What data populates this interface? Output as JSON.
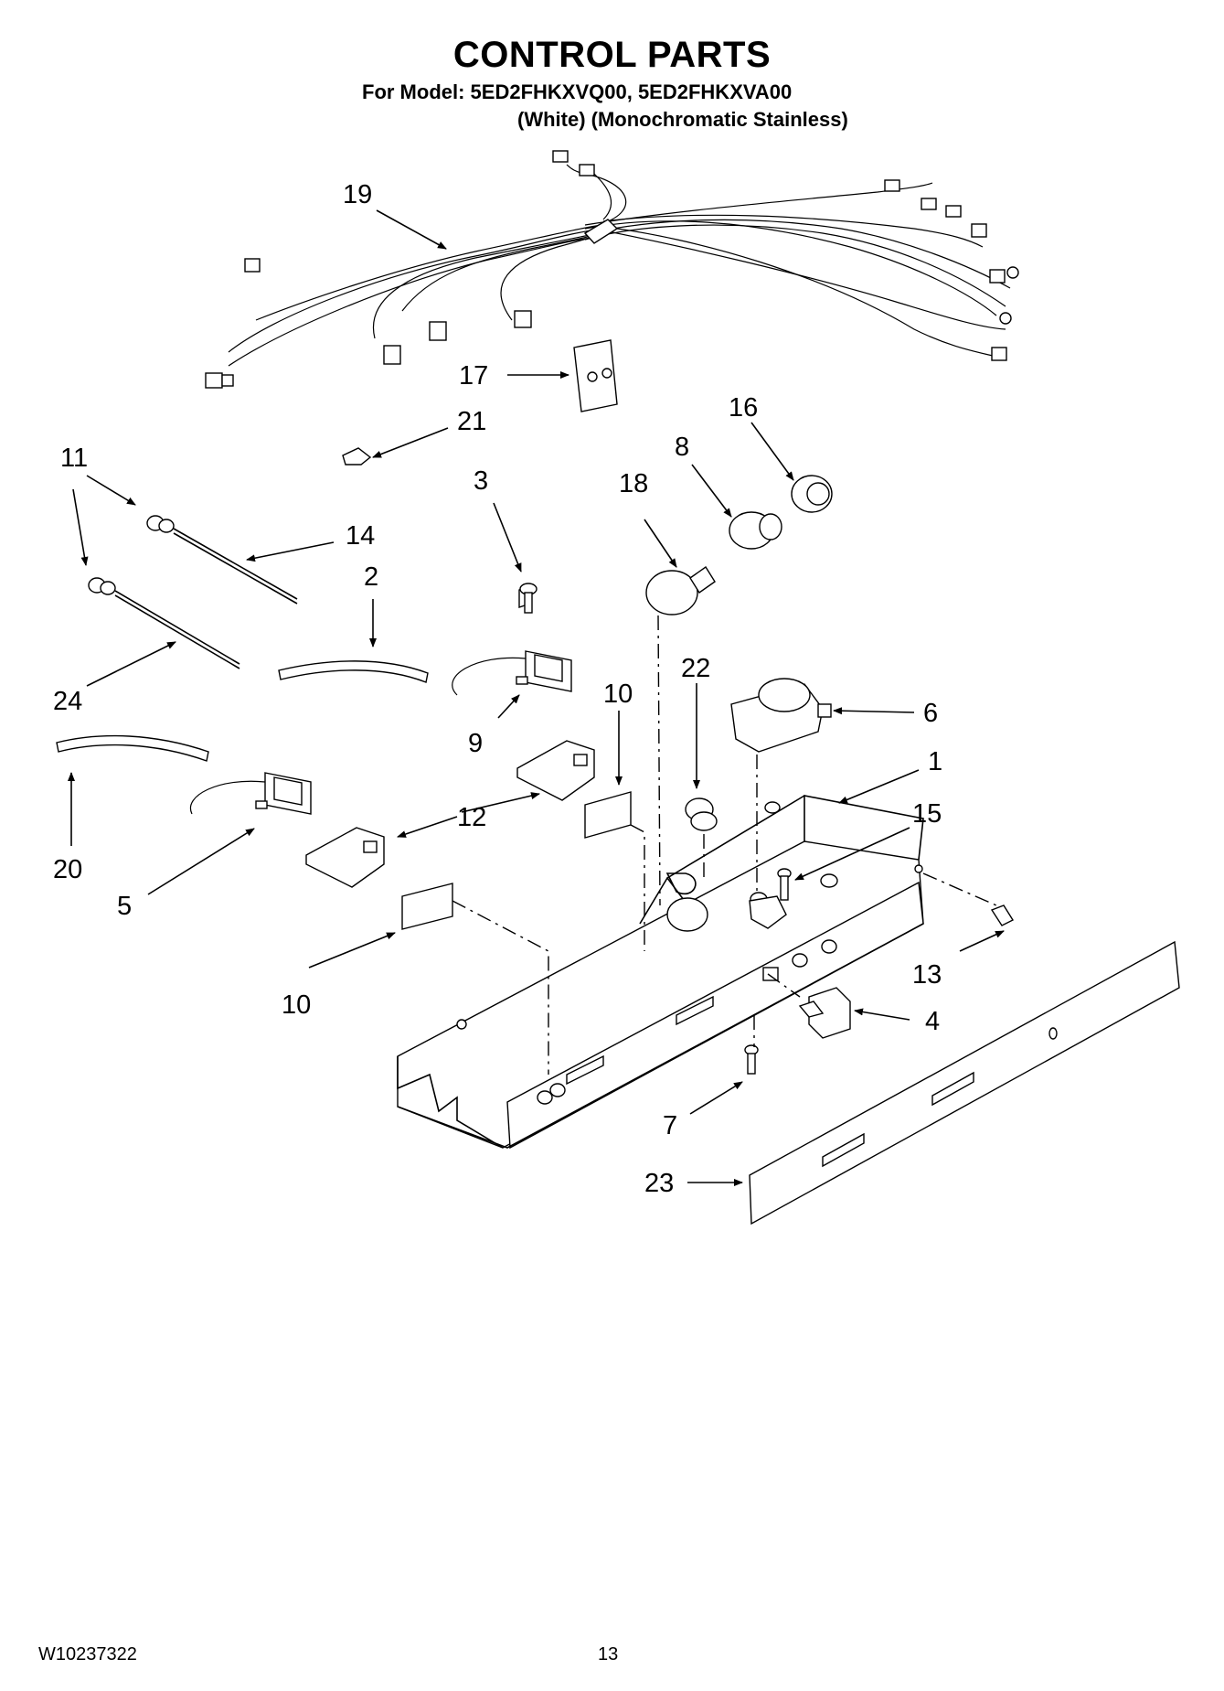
{
  "header": {
    "title": "CONTROL PARTS",
    "model_line": "For Model: 5ED2FHKXVQ00, 5ED2FHKXVA00",
    "variant_line": "(White) (Monochromatic Stainless)"
  },
  "callouts": {
    "c1": "1",
    "c2": "2",
    "c3": "3",
    "c4": "4",
    "c5": "5",
    "c6": "6",
    "c7": "7",
    "c8": "8",
    "c9": "9",
    "c10a": "10",
    "c10b": "10",
    "c11": "11",
    "c12": "12",
    "c13": "13",
    "c14": "14",
    "c15": "15",
    "c16": "16",
    "c17": "17",
    "c18": "18",
    "c19": "19",
    "c20": "20",
    "c21": "21",
    "c22": "22",
    "c23": "23",
    "c24": "24"
  },
  "footer": {
    "doc_number": "W10237322",
    "page_number": "13"
  }
}
